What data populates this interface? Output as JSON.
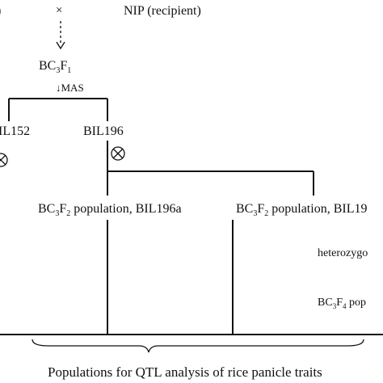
{
  "diagram": {
    "cross_mark": "×",
    "recipient_label": "NIP (recipient)",
    "bc3f1_label": {
      "base": "BC",
      "s1": "3",
      "mid": "F",
      "s2": "1"
    },
    "mas_label": "↓MAS",
    "bil152_label": "IL152",
    "bil196_label": "BIL196",
    "self_symbol": "⊗",
    "pop_a": {
      "base": "BC",
      "s1": "3",
      "mid": "F",
      "s2": "2",
      "rest": " population, BIL196a"
    },
    "pop_b": {
      "base": "BC",
      "s1": "3",
      "mid": "F",
      "s2": "2",
      "rest": " population, BIL19"
    },
    "heterozygous_label": "heterozygo",
    "bc3f4_label": {
      "base": "BC",
      "s1": "3",
      "mid": "F",
      "s2": "4",
      "rest": " pop"
    },
    "footer_label": "Populations for QTL analysis of rice panicle traits",
    "colors": {
      "ink": "#111111",
      "background": "#ffffff"
    }
  }
}
